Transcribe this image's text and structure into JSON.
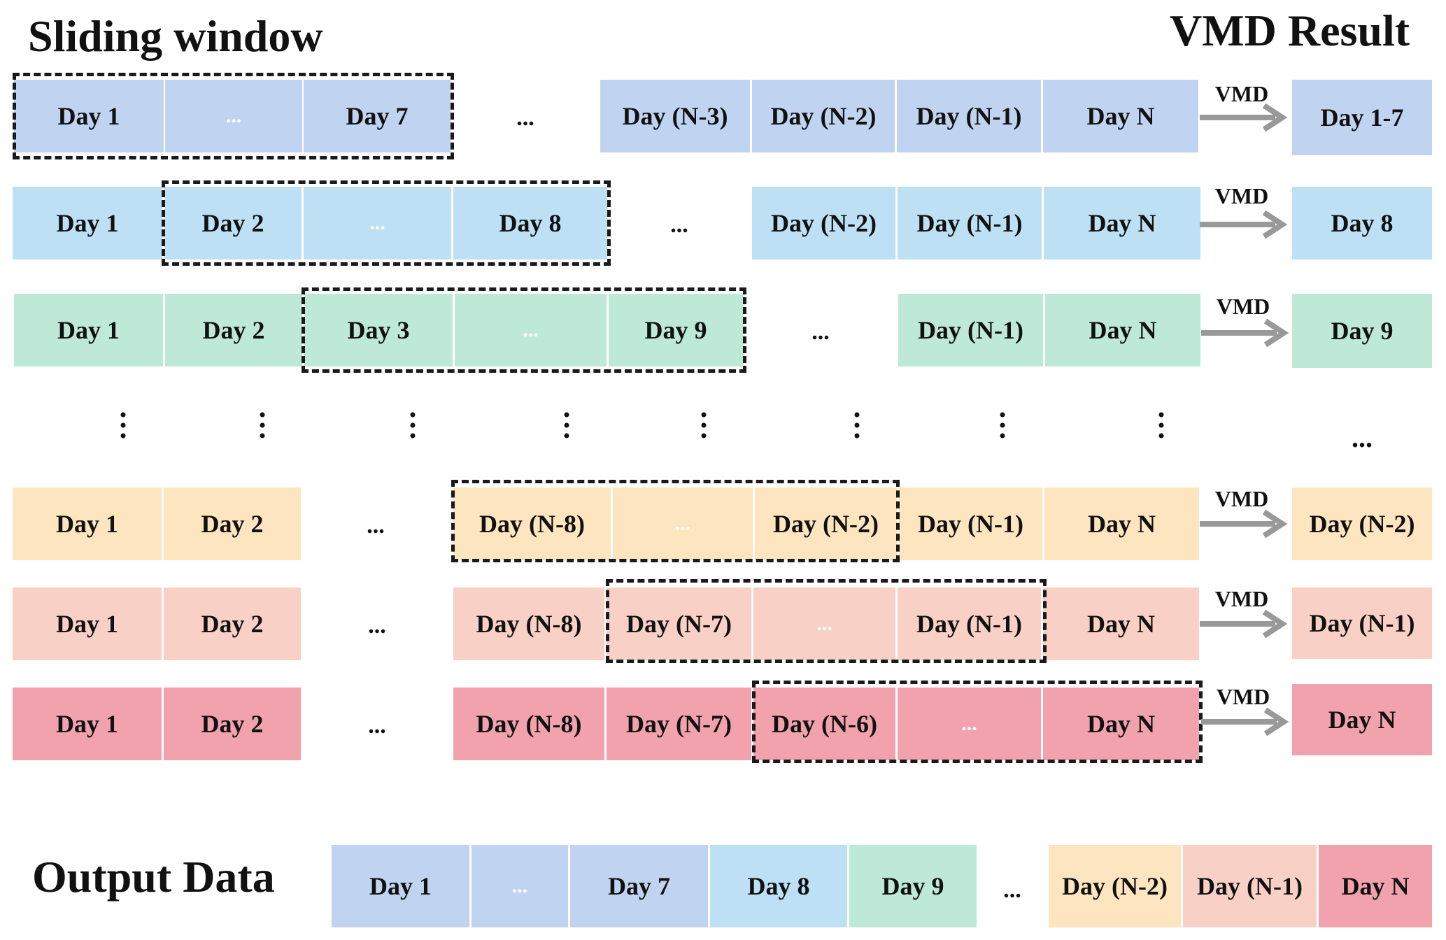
{
  "titles": {
    "sliding_window": "Sliding window",
    "vmd_result": "VMD Result",
    "output_data": "Output Data"
  },
  "arrow_label": "VMD",
  "ellipsis": "...",
  "colors": {
    "blue": "#c0d4f1",
    "light_blue": "#bde0f4",
    "green": "#bfe9d7",
    "yellow": "#fde5bf",
    "pink": "#f9d0c6",
    "red": "#f2a2ad",
    "window_border": "#1a1a1a",
    "arrow": "#999999"
  },
  "rows": [
    {
      "cells": [
        "Day 1",
        "...",
        "Day 7",
        "Day (N-3)",
        "Day (N-2)",
        "Day (N-1)",
        "Day N"
      ],
      "gap_text": "...",
      "result": "Day 1-7"
    },
    {
      "cells": [
        "Day 1",
        "Day 2",
        "...",
        "Day 8",
        "Day (N-2)",
        "Day (N-1)",
        "Day N"
      ],
      "gap_text": "...",
      "result": "Day 8"
    },
    {
      "cells": [
        "Day 1",
        "Day 2",
        "Day 3",
        "...",
        "Day 9",
        "Day (N-1)",
        "Day N"
      ],
      "gap_text": "...",
      "result": "Day 9"
    },
    {
      "cells": [
        "Day 1",
        "Day 2",
        "Day (N-8)",
        "...",
        "Day (N-2)",
        "Day (N-1)",
        "Day N"
      ],
      "gap_text": "...",
      "result": "Day (N-2)"
    },
    {
      "cells": [
        "Day 1",
        "Day 2",
        "Day (N-8)",
        "Day (N-7)",
        "...",
        "Day (N-1)",
        "Day N"
      ],
      "gap_text": "...",
      "result": "Day (N-1)"
    },
    {
      "cells": [
        "Day 1",
        "Day 2",
        "Day (N-8)",
        "Day (N-7)",
        "Day (N-6)",
        "...",
        "Day N"
      ],
      "gap_text": "...",
      "result": "Day N"
    }
  ],
  "vertical_ellipsis_result": "...",
  "output": {
    "cells": [
      "Day 1",
      "...",
      "Day 7",
      "Day 8",
      "Day 9",
      "Day (N-2)",
      "Day (N-1)",
      "Day N"
    ],
    "gap_text": "..."
  }
}
